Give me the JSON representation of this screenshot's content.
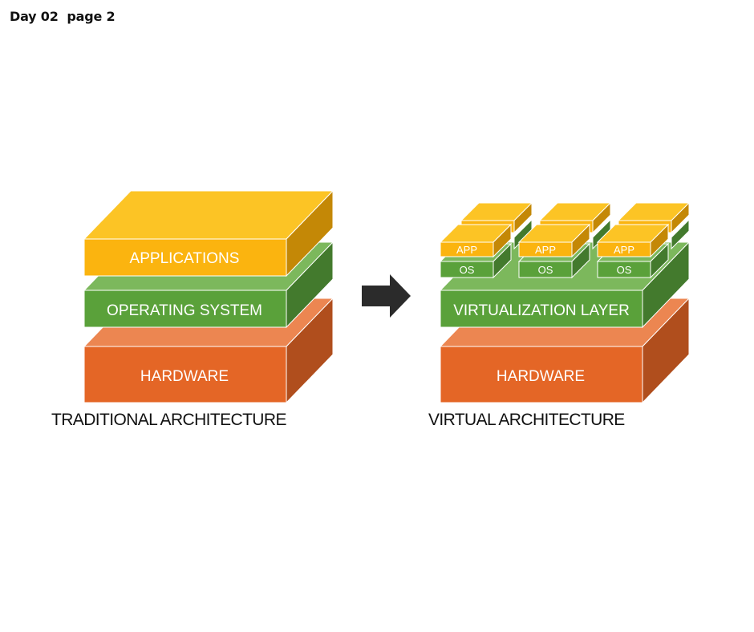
{
  "page": {
    "header": "Day 02  page 2"
  },
  "colors": {
    "app_front": "#fbb40f",
    "app_top": "#fcc425",
    "app_side": "#c48806",
    "os_front": "#5aa13a",
    "os_top": "#7cb85c",
    "os_side": "#437a2d",
    "hw_front": "#e46626",
    "hw_top": "#ec8651",
    "hw_side": "#b04e1d",
    "arrow": "#2b2b2b"
  },
  "traditional": {
    "applications": "APPLICATIONS",
    "operating_system": "OPERATING SYSTEM",
    "hardware": "HARDWARE",
    "caption": "TRADITIONAL ARCHITECTURE"
  },
  "virtual": {
    "vm_app_label": "APP",
    "vm_os_label": "OS",
    "virtualization_layer": "VIRTUALIZATION LAYER",
    "hardware": "HARDWARE",
    "caption": "VIRTUAL ARCHITECTURE"
  },
  "arrow_icon": "right-arrow-icon"
}
